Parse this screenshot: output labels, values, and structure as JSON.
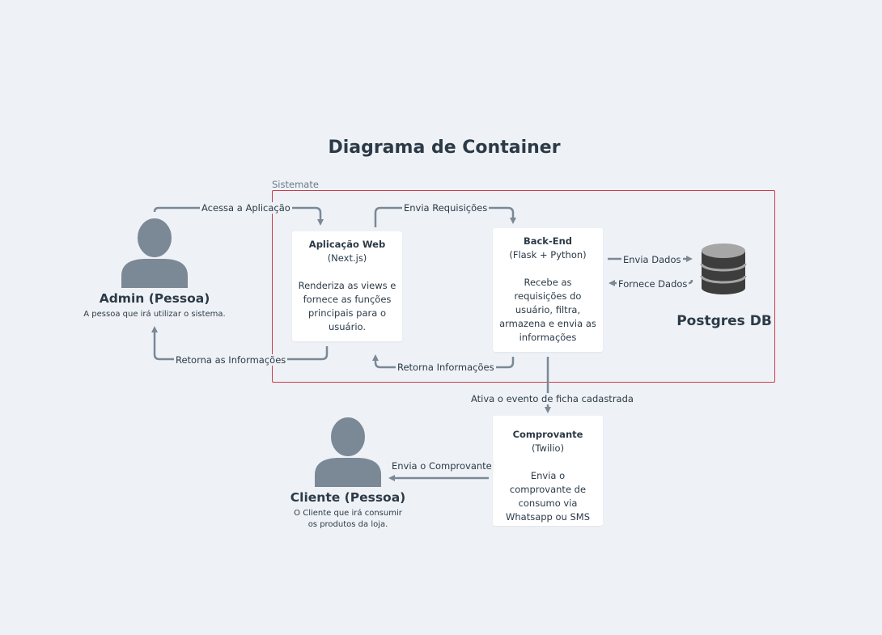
{
  "title": "Diagrama de Container",
  "boundary": {
    "label": "Sistemate"
  },
  "containers": {
    "web": {
      "name": "Aplicação Web",
      "tech": "(Next.js)",
      "description": "Renderiza as views e fornece as funções principais para o usuário."
    },
    "backend": {
      "name": "Back-End",
      "tech": "(Flask + Python)",
      "description": "Recebe as requisições do usuário, filtra, armazena e envia as informações"
    },
    "receipt": {
      "name": "Comprovante",
      "tech": "(Twilio)",
      "description": "Envia o comprovante de consumo via Whatsapp ou SMS"
    }
  },
  "database": {
    "name": "Postgres DB"
  },
  "persons": {
    "admin": {
      "name": "Admin (Pessoa)",
      "description": "A pessoa que irá utilizar o sistema."
    },
    "client": {
      "name": "Cliente (Pessoa)",
      "description": "O Cliente que irá consumir os produtos da loja."
    }
  },
  "relations": {
    "admin_to_web": "Acessa a Aplicação",
    "web_to_admin": "Retorna as Informações",
    "web_to_backend": "Envia Requisições",
    "backend_to_web": "Retorna Informações",
    "backend_to_db": "Envia Dados",
    "db_to_backend": "Fornece Dados",
    "backend_to_receipt": "Ativa o evento de ficha cadastrada",
    "receipt_to_client": "Envia o Comprovante"
  },
  "colors": {
    "background": "#eef2f6",
    "boundary": "#d1394a",
    "connector": "#7b8896",
    "person": "#7b8896",
    "database": "#3d3d3d"
  }
}
